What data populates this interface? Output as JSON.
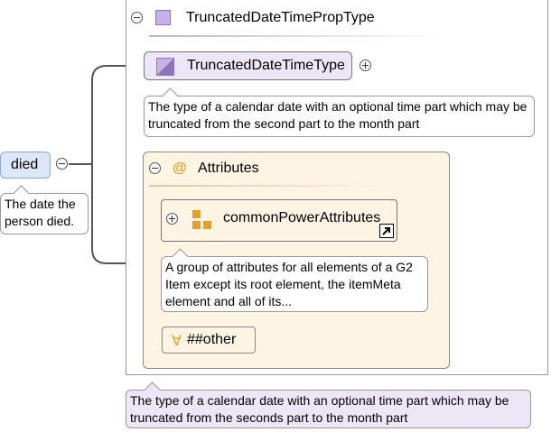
{
  "element": {
    "name": "died",
    "doc": "The date the person died."
  },
  "complex_type": {
    "name": "TruncatedDateTimePropType",
    "doc": "The type of a calendar date with an optional time part which may be truncated from the seconds part to the month part"
  },
  "base_type": {
    "name": "TruncatedDateTimeType",
    "doc": "The type of a calendar date with an optional time part which may be truncated from the second part to the month part"
  },
  "attributes": {
    "title": "Attributes",
    "at_symbol": "@",
    "group_name": "commonPowerAttributes",
    "group_doc": "A group of attributes for all elements of a G2 Item except its root element, the itemMeta element and all of its...",
    "any_symbol": "∀",
    "any_label": "##other"
  },
  "colors": {
    "element_fill": "#dce8f8",
    "type_fill": "#ede6f7",
    "attr_fill": "#fdf4e4",
    "attr_accent": "#e8a020"
  }
}
